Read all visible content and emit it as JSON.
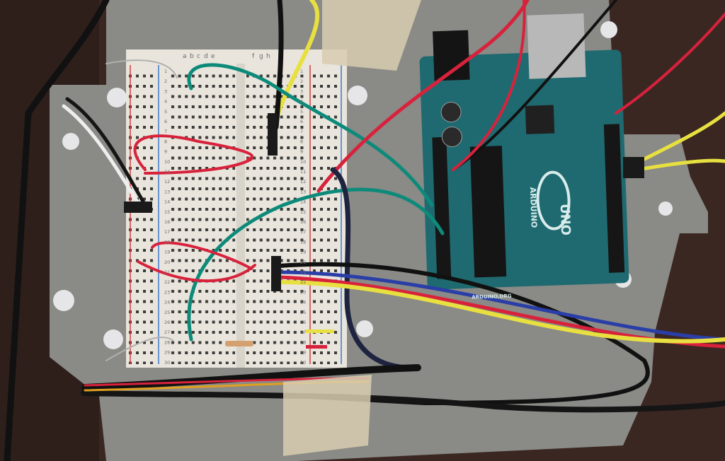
{
  "breadboard": {
    "column_letters_left": [
      "a",
      "b",
      "c",
      "d",
      "e"
    ],
    "column_letters_right": [
      "f",
      "g",
      "h"
    ],
    "row_numbers": [
      "1",
      "2",
      "3",
      "4",
      "5",
      "6",
      "7",
      "8",
      "9",
      "10",
      "11",
      "12",
      "13",
      "14",
      "15",
      "16",
      "17",
      "18",
      "19",
      "20",
      "21",
      "22",
      "23",
      "24",
      "25",
      "26",
      "27",
      "28",
      "29",
      "30"
    ]
  },
  "arduino": {
    "logo_text": "ARDUINO",
    "model_text": "UNO",
    "website_text": "ARDUINO.ORG"
  },
  "colors": {
    "background": "#3a2620",
    "plate": "#8c8c88",
    "breadboard": "#e8e4da",
    "arduino_board": "#1f6a70",
    "wire_red": "#d8223c",
    "wire_teal": "#0d8a7a",
    "wire_yellow": "#e8e040",
    "wire_black": "#111111",
    "wire_navy": "#1e2440"
  }
}
